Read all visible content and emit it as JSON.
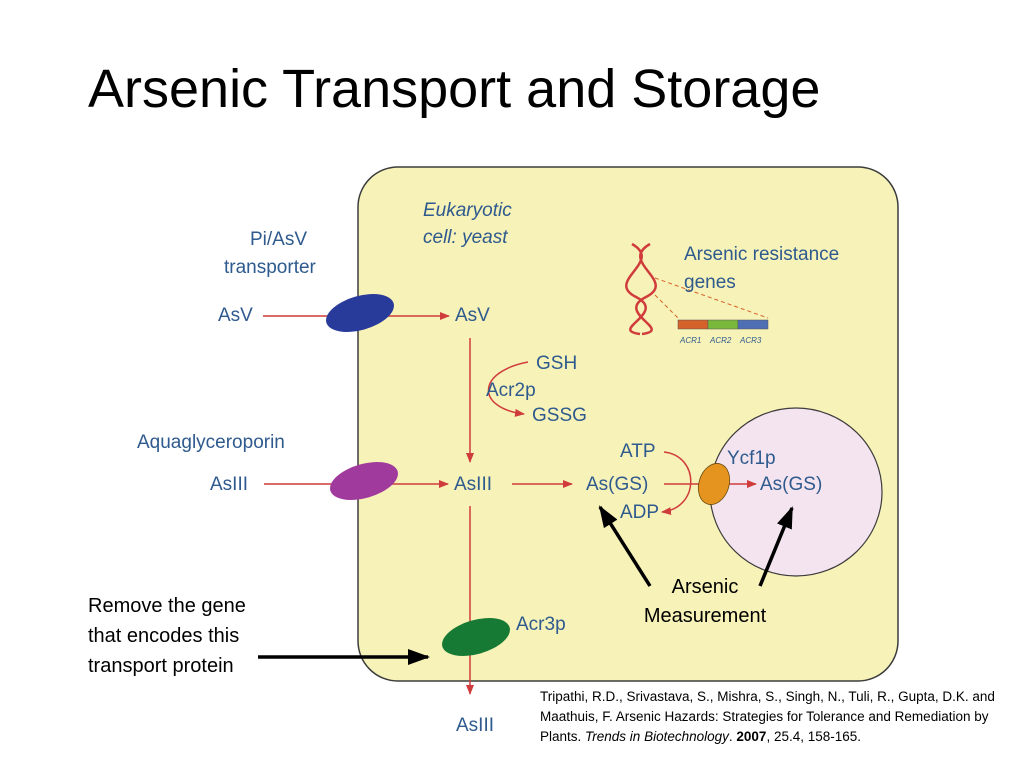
{
  "slide": {
    "title": "Arsenic Transport and Storage"
  },
  "diagram": {
    "cell_label": [
      "Eukaryotic",
      "cell: yeast"
    ],
    "transporters": {
      "pi_asv": [
        "Pi/AsV",
        "transporter"
      ],
      "aquaglyceroporin": "Aquaglyceroporin",
      "acr3p": "Acr3p",
      "ycf1p": "Ycf1p"
    },
    "species": {
      "asv_outside": "AsV",
      "asv_inside": "AsV",
      "asiii_outside": "AsIII",
      "asiii_inside": "AsIII",
      "asiii_exported": "AsIII",
      "as_gs_cytosol": "As(GS)",
      "as_gs_vacuole": "As(GS)",
      "gsh": "GSH",
      "acr2p": "Acr2p",
      "gssg": "GSSG",
      "atp": "ATP",
      "adp": "ADP"
    },
    "genes": {
      "title": [
        "Arsenic resistance",
        "genes"
      ],
      "labels": [
        "ACR1",
        "ACR2",
        "ACR3"
      ],
      "colors": [
        "#d4622a",
        "#7ab83c",
        "#4f6fb5"
      ]
    },
    "colors": {
      "cell_fill": "#f7f2b8",
      "cell_border": "#3c3c3c",
      "vacuole_fill": "#f4e4ef",
      "arrow_red": "#d03c3c",
      "label_blue": "#2e5a8e",
      "transporter_asv": "#283a9a",
      "transporter_asiii": "#a03a9c",
      "transporter_acr3p": "#177a34",
      "transporter_ycf1p": "#e5951f"
    }
  },
  "notes": {
    "gene_removal": "Remove the gene that encodes this transport protein",
    "measurement": [
      "Arsenic",
      "Measurement"
    ]
  },
  "citation": {
    "authors": "Tripathi, R.D., Srivastava, S., Mishra, S., Singh, N., Tuli, R., Gupta, D.K. and Maathuis, F. Arsenic Hazards: Strategies for Tolerance and Remediation by Plants.",
    "journal": "Trends in Biotechnology",
    "year": "2007",
    "details": ", 25.4, 158-165."
  }
}
